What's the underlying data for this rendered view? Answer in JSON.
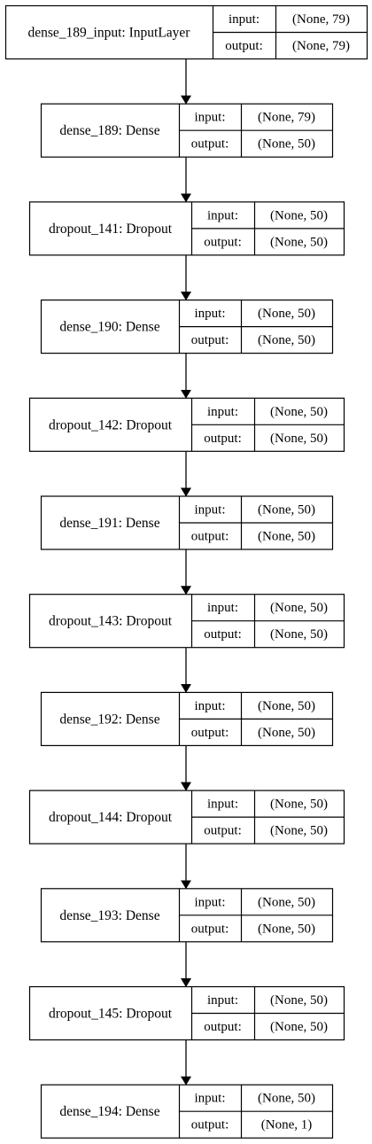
{
  "layers": [
    {
      "label": "dense_189_input: InputLayer",
      "input_key": "input:",
      "output_key": "output:",
      "input_shape": "(None, 79)",
      "output_shape": "(None, 79)"
    },
    {
      "label": "dense_189: Dense",
      "input_key": "input:",
      "output_key": "output:",
      "input_shape": "(None, 79)",
      "output_shape": "(None, 50)"
    },
    {
      "label": "dropout_141: Dropout",
      "input_key": "input:",
      "output_key": "output:",
      "input_shape": "(None, 50)",
      "output_shape": "(None, 50)"
    },
    {
      "label": "dense_190: Dense",
      "input_key": "input:",
      "output_key": "output:",
      "input_shape": "(None, 50)",
      "output_shape": "(None, 50)"
    },
    {
      "label": "dropout_142: Dropout",
      "input_key": "input:",
      "output_key": "output:",
      "input_shape": "(None, 50)",
      "output_shape": "(None, 50)"
    },
    {
      "label": "dense_191: Dense",
      "input_key": "input:",
      "output_key": "output:",
      "input_shape": "(None, 50)",
      "output_shape": "(None, 50)"
    },
    {
      "label": "dropout_143: Dropout",
      "input_key": "input:",
      "output_key": "output:",
      "input_shape": "(None, 50)",
      "output_shape": "(None, 50)"
    },
    {
      "label": "dense_192: Dense",
      "input_key": "input:",
      "output_key": "output:",
      "input_shape": "(None, 50)",
      "output_shape": "(None, 50)"
    },
    {
      "label": "dropout_144: Dropout",
      "input_key": "input:",
      "output_key": "output:",
      "input_shape": "(None, 50)",
      "output_shape": "(None, 50)"
    },
    {
      "label": "dense_193: Dense",
      "input_key": "input:",
      "output_key": "output:",
      "input_shape": "(None, 50)",
      "output_shape": "(None, 50)"
    },
    {
      "label": "dropout_145: Dropout",
      "input_key": "input:",
      "output_key": "output:",
      "input_shape": "(None, 50)",
      "output_shape": "(None, 50)"
    },
    {
      "label": "dense_194: Dense",
      "input_key": "input:",
      "output_key": "output:",
      "input_shape": "(None, 50)",
      "output_shape": "(None, 1)"
    }
  ]
}
